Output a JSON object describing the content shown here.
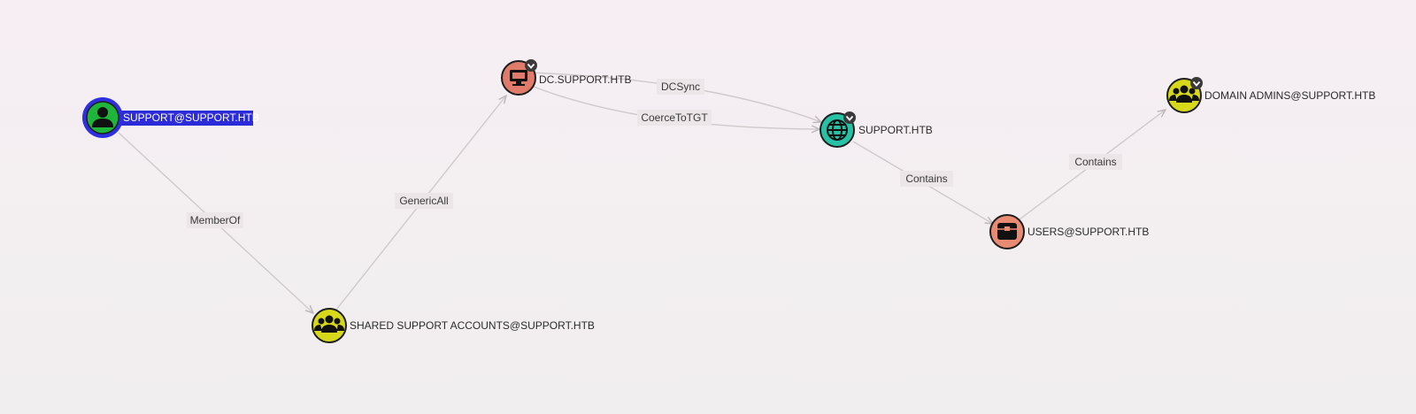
{
  "graph": {
    "nodes": [
      {
        "id": "support_user",
        "label": "SUPPORT@SUPPORT.HTB",
        "type": "user",
        "color": "#1fb53a",
        "selected": true,
        "selected_color": "#2f2fe0"
      },
      {
        "id": "shared_support",
        "label": "SHARED SUPPORT ACCOUNTS@SUPPORT.HTB",
        "type": "group",
        "color": "#d8d81a"
      },
      {
        "id": "dc",
        "label": "DC.SUPPORT.HTB",
        "type": "computer",
        "color": "#e07a6b",
        "badge": "chevron"
      },
      {
        "id": "domain",
        "label": "SUPPORT.HTB",
        "type": "domain",
        "color": "#27c2a6",
        "badge": "chevron"
      },
      {
        "id": "users",
        "label": "USERS@SUPPORT.HTB",
        "type": "container",
        "color": "#e98b72"
      },
      {
        "id": "domain_admins",
        "label": "DOMAIN ADMINS@SUPPORT.HTB",
        "type": "group",
        "color": "#d8d81a",
        "badge": "chevron"
      }
    ],
    "edges": [
      {
        "from": "support_user",
        "to": "shared_support",
        "label": "MemberOf"
      },
      {
        "from": "shared_support",
        "to": "dc",
        "label": "GenericAll"
      },
      {
        "from": "dc",
        "to": "domain",
        "label": "DCSync"
      },
      {
        "from": "dc",
        "to": "domain",
        "label": "CoerceToTGT"
      },
      {
        "from": "domain",
        "to": "users",
        "label": "Contains"
      },
      {
        "from": "users",
        "to": "domain_admins",
        "label": "Contains"
      }
    ]
  }
}
